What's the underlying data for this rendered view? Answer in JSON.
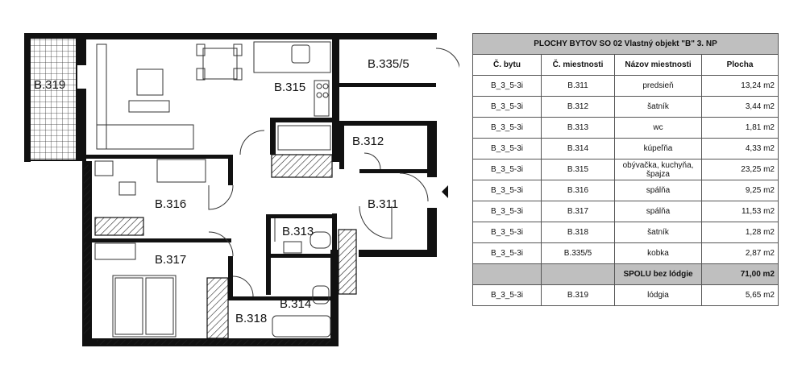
{
  "plan": {
    "rooms": [
      {
        "id": "B.319"
      },
      {
        "id": "B.315"
      },
      {
        "id": "B.335/5"
      },
      {
        "id": "B.312"
      },
      {
        "id": "B.316"
      },
      {
        "id": "B.311"
      },
      {
        "id": "B.313"
      },
      {
        "id": "B.317"
      },
      {
        "id": "B.314"
      },
      {
        "id": "B.318"
      }
    ]
  },
  "table": {
    "title": "PLOCHY BYTOV SO 02   Vlastný objekt \"B\"   3. NP",
    "headers": [
      "Č. bytu",
      "Č. miestnosti",
      "Názov miestnosti",
      "Plocha"
    ],
    "rows": [
      {
        "byt": "B_3_5-3i",
        "room": "B.311",
        "name": "predsieň",
        "area": "13,24 m2"
      },
      {
        "byt": "B_3_5-3i",
        "room": "B.312",
        "name": "šatník",
        "area": "3,44 m2"
      },
      {
        "byt": "B_3_5-3i",
        "room": "B.313",
        "name": "wc",
        "area": "1,81 m2"
      },
      {
        "byt": "B_3_5-3i",
        "room": "B.314",
        "name": "kúpeľňa",
        "area": "4,33 m2"
      },
      {
        "byt": "B_3_5-3i",
        "room": "B.315",
        "name_line1": "obývačka, kuchyňa,",
        "name_line2": "špajza",
        "area": "23,25 m2"
      },
      {
        "byt": "B_3_5-3i",
        "room": "B.316",
        "name": "spálňa",
        "area": "9,25 m2"
      },
      {
        "byt": "B_3_5-3i",
        "room": "B.317",
        "name": "spálňa",
        "area": "11,53 m2"
      },
      {
        "byt": "B_3_5-3i",
        "room": "B.318",
        "name": "šatník",
        "area": "1,28 m2"
      },
      {
        "byt": "B_3_5-3i",
        "room": "B.335/5",
        "name": "kobka",
        "area": "2,87 m2"
      }
    ],
    "total": {
      "label": "SPOLU bez lódgie",
      "area": "71,00 m2"
    },
    "loggia": {
      "byt": "B_3_5-3i",
      "room": "B.319",
      "name": "lódgia",
      "area": "5,65 m2"
    }
  }
}
